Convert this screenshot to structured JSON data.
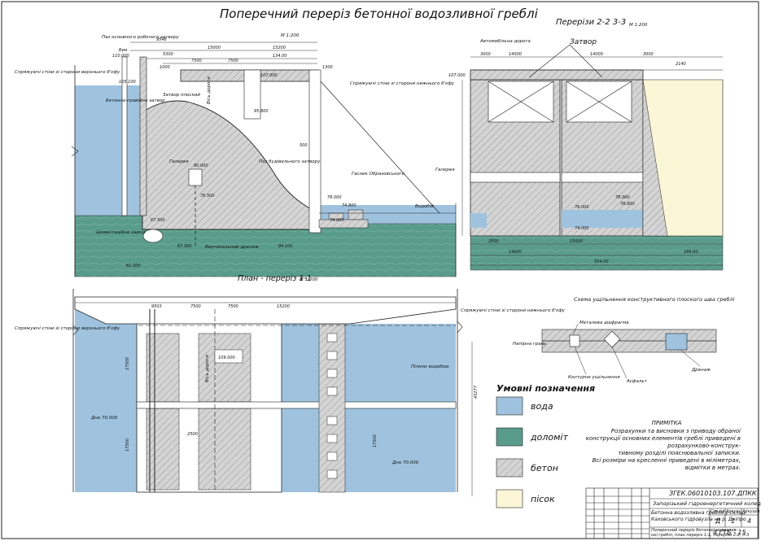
{
  "titles": {
    "main": "Поперечний переріз бетонної водозливної греблі",
    "sections": "Перерізи 2-2 3-3",
    "plan": "План - переріз 1-1",
    "scale": "М 1:200",
    "seal_scheme": "Схема ущільнення конструктивного плоского шва греблі"
  },
  "labels": {
    "upstream_wall": "Спряжуючі стіни зі сторони верхнього б'єфу",
    "downstream_wall": "Спряжуючі стіни зі сторони нижнього б'єфу",
    "main_gate_slot": "Паз основного робочого затвору",
    "hoist": "Бик",
    "bridge": "Вісь дороги",
    "concrete_dam": "Бетонно-гравійна затвор",
    "gate_plain": "Затвор плоский",
    "gallery": "Галерея",
    "repair_slot": "Паз будівельного затвору",
    "dissipator": "Гасник Образовського",
    "cement_curtain": "Цементаційна завіса",
    "drain": "Вертикальний дренаж",
    "water": "Водобій",
    "road": "Автомобільна дорога",
    "gate": "Затвор",
    "gallery2": "Галерея",
    "shaft_wells": "Пілони водобою",
    "bottom1": "Дно 70.000",
    "bottom2": "Дно 70.000",
    "axis_road": "Вісь дороги",
    "seal_metal": "Металева діафрагма",
    "seal_face": "Напірна грань",
    "seal_contour": "Контурне ущільнення",
    "seal_asphalt": "Асфальт",
    "seal_drain": "Дренаж"
  },
  "dims": {
    "d1": "9546",
    "d2": "5300",
    "d3": "15000",
    "d4": "15200",
    "d5": "7500",
    "d6": "7500",
    "d7": "134.00",
    "d8": "1000",
    "d9": "1300",
    "d10": "500",
    "d11": "14000",
    "d12": "14000",
    "d13": "3000",
    "d14": "2140",
    "d15": "3500",
    "d16": "15000",
    "d17": "184.00",
    "d18": "554.00",
    "d19": "9503",
    "d20": "7500",
    "d21": "7500",
    "d22": "15200",
    "d23": "17500",
    "d24": "17500",
    "d25": "2500",
    "d26": "17500",
    "d27": "109.000",
    "d28": "43277"
  },
  "elevations": {
    "e1": "110.000",
    "e2": "105.100",
    "e3": "107.000",
    "e4": "95.800",
    "e5": "80.000",
    "e6": "76.500",
    "e7": "78.000",
    "e8": "74.800",
    "e9": "67.500",
    "e10": "67.300",
    "e11": "61.500",
    "e12": "94.100",
    "e13": "74.000",
    "e14": "78.000",
    "e15": "107.000",
    "e16": "76.000",
    "e17": "74.000",
    "e18": "78.000"
  },
  "legend": {
    "title": "Умовні позначення",
    "items": [
      {
        "label": "вода",
        "color": "#9fc3df"
      },
      {
        "label": "доломіт",
        "color": "#5a9c8c"
      },
      {
        "label": "бетон",
        "color": "#d2d2d2"
      },
      {
        "label": "пісок",
        "color": "#fbf6d6"
      }
    ]
  },
  "notes": {
    "heading": "ПРИМІТКА",
    "lines": [
      "Розрахунки та висновки з приводу обраної",
      "конструкції основних елементів греблі приведені в",
      "розрахунково-конструк-",
      "тивному розділі пояснювальної записки.",
      "Всі розміри на кресленні приведені в міліметрах,",
      "відмітки в метрах."
    ]
  },
  "title_block": {
    "code": "ЗГЕК.06010103.107.ДПКК",
    "org": "Запорізький гідроенергетичний коледж ЗНУ",
    "project": "Бетонна водозливна гребля у складі",
    "project2": "Каховського гідровузла на р. Дніпро",
    "sheet_desc": "Поперечний переріз бетонної водозлив-",
    "sheet_desc2": "ної греблі, план переріз 1-1, перерізи 2-2, 3-3",
    "stage": "Д",
    "sheet": "1",
    "sheets": "4",
    "group": "4 ГТБ - 15",
    "col_stage": "Стадія",
    "col_sheet": "Аркуш",
    "col_sheets": "Аркушів"
  }
}
